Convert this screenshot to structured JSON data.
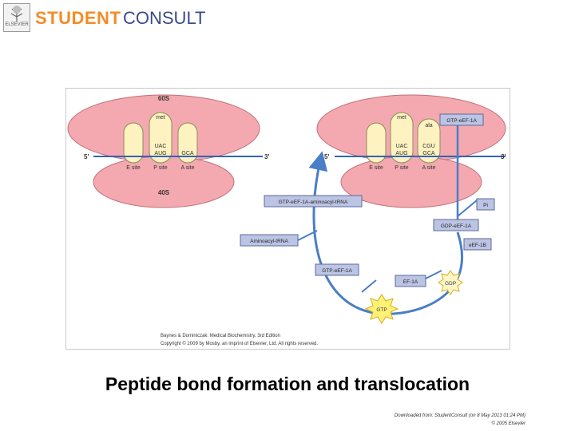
{
  "logo": {
    "student": "STUDENT",
    "consult": "CONSULT",
    "publisher": "ELSEVIER"
  },
  "figure": {
    "left": {
      "large_subunit": "60S",
      "small_subunit": "40S",
      "five_prime": "5'",
      "three_prime": "3'",
      "trna_p_amino_acid": "met",
      "trna_p_anticodon": "UAC",
      "codon_p": "AUG",
      "codon_a": "GCA",
      "site_e": "E site",
      "site_p": "P site",
      "site_a": "A site"
    },
    "right": {
      "five_prime": "5'",
      "three_prime": "3'",
      "trna_p_amino_acid": "met",
      "trna_a_amino_acid": "ala",
      "trna_p_anticodon": "UAC",
      "trna_a_anticodon": "CGU",
      "codon_p": "AUG",
      "codon_a": "GCA",
      "site_e": "E site",
      "site_p": "P site",
      "site_a": "A site",
      "factor_label": "GTP-eEF-1A"
    },
    "cycle": {
      "ternary_complex": "GTP-eEF-1A-aminoacyl-tRNA",
      "aminoacyl": "Aminoacyl-tRNA",
      "gtp_eef": "GTP-eEF-1A",
      "pi": "Pi",
      "gdp_eef": "GDP-eEF-1A",
      "eef1b": "eEF-1B",
      "eef1a": "EF-1A",
      "gdp": "GDP",
      "gtp": "GTP"
    },
    "credit_line1": "Baynes & Dominiczak: Medical Biochemistry, 3rd Edition",
    "credit_line2": "Copyright © 2009 by Mosby, an imprint of Elsevier, Ltd. All rights reserved."
  },
  "caption": "Peptide bond formation and translocation",
  "footer": {
    "downloaded": "Downloaded from: StudentConsult (on 8 May 2013 01:24 PM)",
    "copyright": "© 2005 Elsevier"
  },
  "colors": {
    "ribosome": "#f4a9b0",
    "trna": "#fdf2c0",
    "factor_box": "#bcc4e4",
    "arrow": "#4a7ec6",
    "starburst": "#fff176",
    "logo_orange": "#f28c28",
    "logo_blue": "#3a4a8a"
  }
}
